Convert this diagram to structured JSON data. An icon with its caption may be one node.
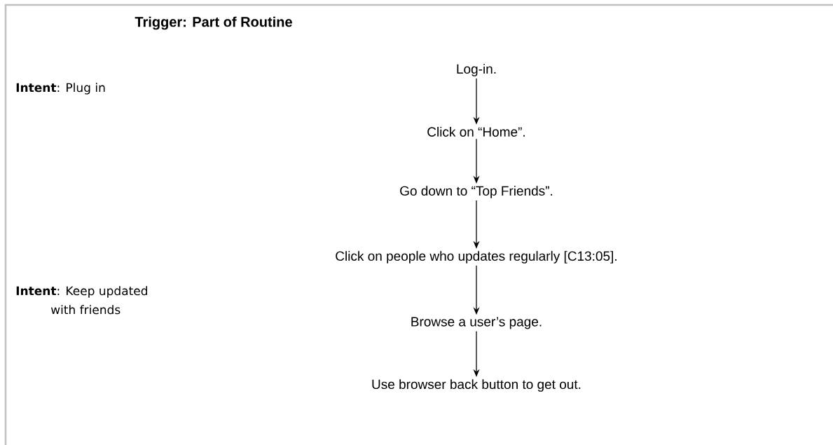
{
  "diagram": {
    "title": "Trigger: Part of Routine",
    "nodes": [
      {
        "text": [
          "Log-in."
        ]
      },
      {
        "text": [
          "Click on “Home”."
        ]
      },
      {
        "text": [
          "Go down to “Top Friends”."
        ]
      },
      {
        "text": [
          "Click on people who updates regularly [C13:05]."
        ]
      },
      {
        "text": [
          "Browse a user’s page."
        ]
      },
      {
        "text": [
          "Use browser back button to get out."
        ]
      }
    ],
    "edges": [
      {
        "from": 0,
        "to": 1,
        "arrow": "to"
      },
      {
        "from": 1,
        "to": 2,
        "arrow": "to"
      },
      {
        "from": 2,
        "to": 3,
        "arrow": "to"
      },
      {
        "from": 3,
        "to": 4,
        "arrow": "to"
      },
      {
        "from": 4,
        "to": 5,
        "arrow": "to"
      }
    ],
    "labels": [
      "**Intent**: Plug in",
      "**Intent**: Keep updated with friends"
    ]
  }
}
